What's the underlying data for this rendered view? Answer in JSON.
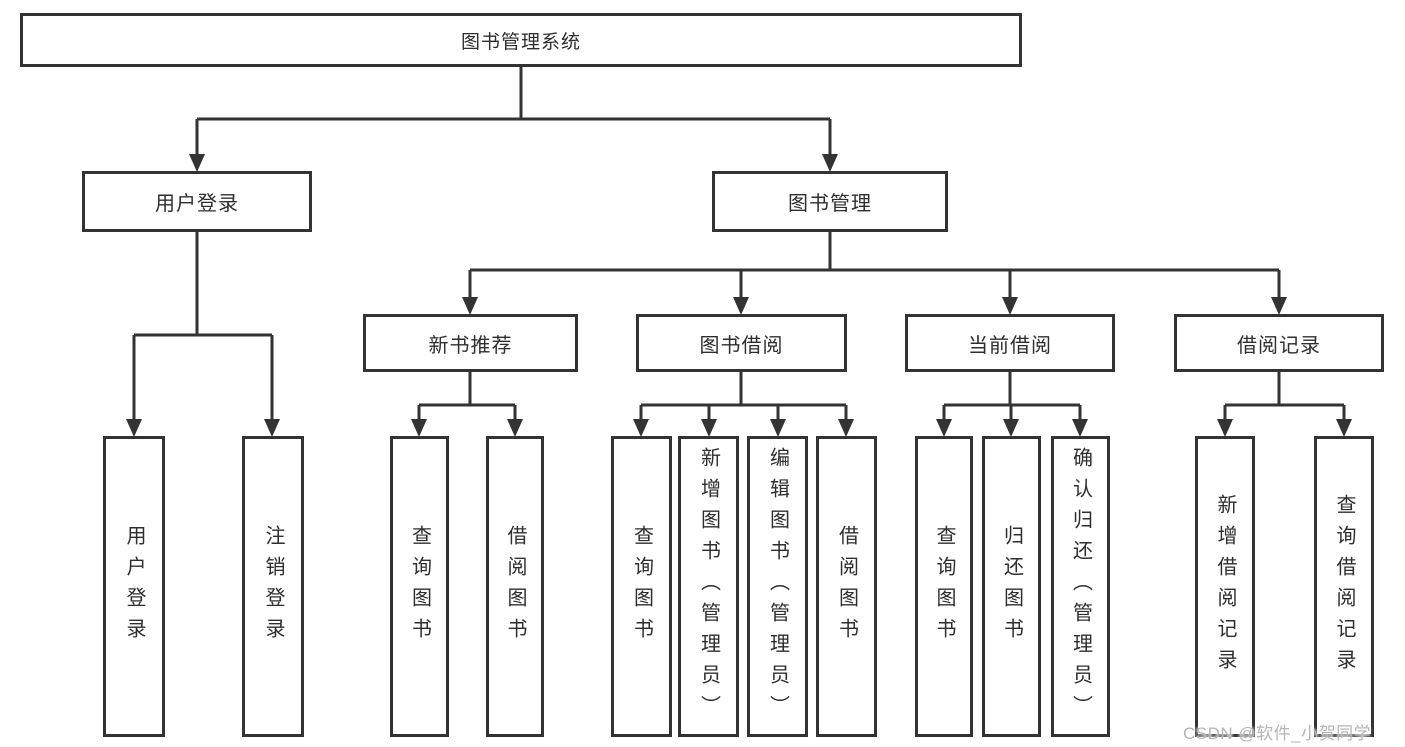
{
  "diagram": {
    "root": {
      "label": "图书管理系统"
    },
    "branches": [
      {
        "label": "用户登录",
        "children": [
          {
            "label": "用户登录"
          },
          {
            "label": "注销登录"
          }
        ]
      },
      {
        "label": "图书管理",
        "children": [
          {
            "label": "新书推荐",
            "children": [
              {
                "label": "查询图书"
              },
              {
                "label": "借阅图书"
              }
            ]
          },
          {
            "label": "图书借阅",
            "children": [
              {
                "label": "查询图书"
              },
              {
                "label": "新增图书（管理员）"
              },
              {
                "label": "编辑图书（管理员）"
              },
              {
                "label": "借阅图书"
              }
            ]
          },
          {
            "label": "当前借阅",
            "children": [
              {
                "label": "查询图书"
              },
              {
                "label": "归还图书"
              },
              {
                "label": "确认归还（管理员）"
              }
            ]
          },
          {
            "label": "借阅记录",
            "children": [
              {
                "label": "新增借阅记录"
              },
              {
                "label": "查询借阅记录"
              }
            ]
          }
        ]
      }
    ]
  },
  "watermark": "CSDN @软件_小贺同学",
  "colors": {
    "line": "#333333",
    "box_border": "#333333",
    "text": "#2e2e2e",
    "background": "#ffffff",
    "watermark": "#b5b5b5"
  }
}
